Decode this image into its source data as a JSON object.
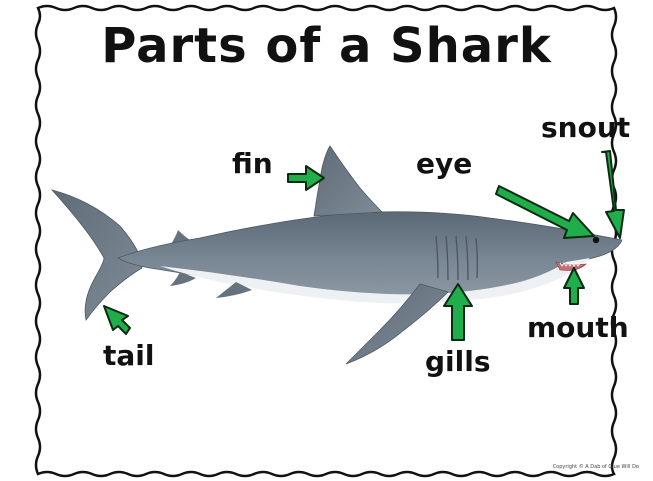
{
  "title": "Parts of a Shark",
  "labels": {
    "fin": "fin",
    "eye": "eye",
    "snout": "snout",
    "tail": "tail",
    "gills": "gills",
    "mouth": "mouth"
  },
  "copyright": "Copyright © A Dab of Glue Will Do",
  "colors": {
    "border": "#111111",
    "arrow_fill": "#1fae4b",
    "arrow_stroke": "#0b2a12",
    "shark_top": "#6f7d8a",
    "shark_belly": "#e9edf0"
  }
}
